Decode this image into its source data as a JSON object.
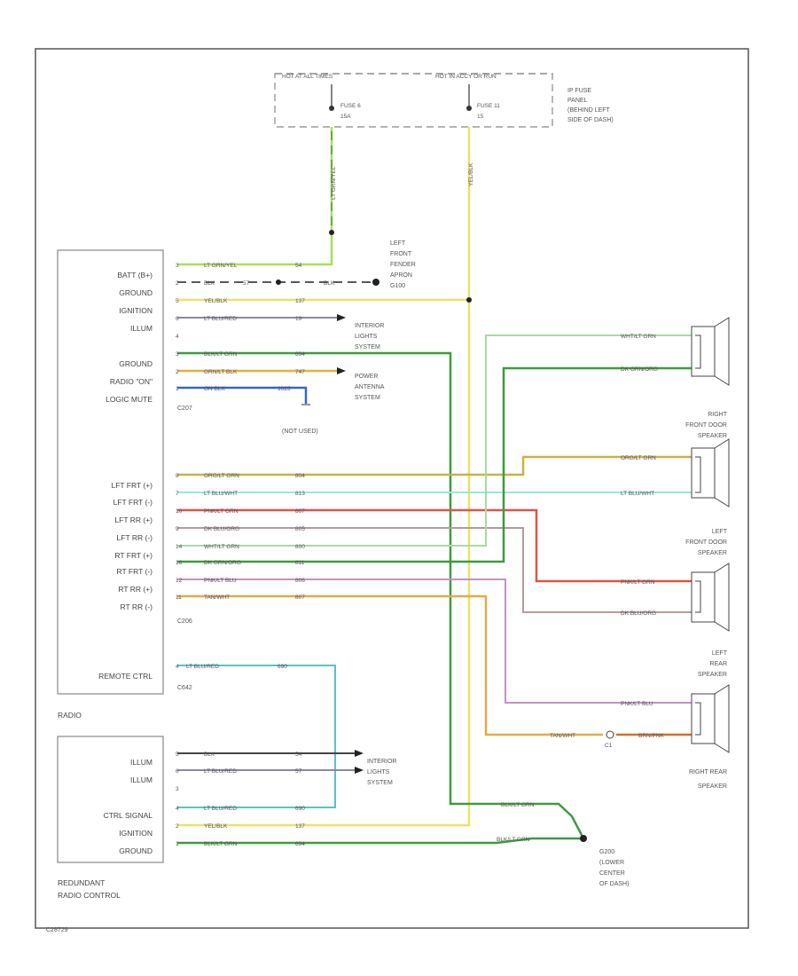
{
  "fuse_panel": {
    "hot_label_left": "HOT AT ALL TIMES",
    "hot_label_right": "HOT IN ACCY OR RUN",
    "fuse_left": [
      "FUSE 6",
      "15A"
    ],
    "fuse_right": [
      "FUSE 11",
      "15"
    ],
    "panel_label": [
      "IP FUSE",
      "PANEL",
      "(BEHIND LEFT",
      "SIDE OF DASH)"
    ]
  },
  "vertical_wires": {
    "batt": "LT GRN/YEL",
    "ign": "YEL/BLK"
  },
  "radio": {
    "labels": [
      "BATT (B+)",
      "GROUND",
      "IGNITION",
      "ILLUM",
      "GROUND",
      "RADIO \"ON\"",
      "LOGIC MUTE"
    ],
    "speaker_labels": [
      "LFT FRT (+)",
      "LFT FRT (-)",
      "LFT RR (+)",
      "LFT RR (-)",
      "RT FRT (+)",
      "RT FRT (-)",
      "RT RR (+)",
      "RT RR (-)"
    ],
    "remote": "REMOTE CTRL",
    "name": "RADIO",
    "connectors": {
      "c1": "C207",
      "c2": "C206",
      "c3": "C642"
    }
  },
  "upper_wires": [
    {
      "pin": "3",
      "color_name": "LT GRN/YEL",
      "circuit": "54"
    },
    {
      "pin": "2",
      "color_name": "BLK",
      "circuit": "57"
    },
    {
      "pin": "5",
      "color_name": "YEL/BLK",
      "circuit": "137"
    },
    {
      "pin": "6",
      "color_name": "LT BLU/RED",
      "circuit": "19"
    },
    {
      "pin": "4",
      "color_name": "",
      "circuit": ""
    },
    {
      "pin": "3",
      "color_name": "BLK/LT GRN",
      "circuit": "694"
    },
    {
      "pin": "2",
      "color_name": "GRN/LT BLK",
      "circuit": "747"
    },
    {
      "pin": "1",
      "color_name": "GN BLK",
      "circuit": "1025"
    }
  ],
  "blk_after_splice": "BLK",
  "destinations": {
    "ground_g": [
      "LEFT",
      "FRONT",
      "FENDER",
      "APRON",
      "G100"
    ],
    "interior_lights": [
      "INTERIOR",
      "LIGHTS",
      "SYSTEM"
    ],
    "power_antenna": [
      "POWER",
      "ANTENNA",
      "SYSTEM"
    ],
    "not_used": "(NOT USED)"
  },
  "speaker_wires": [
    {
      "pin": "8",
      "color_name": "ORG/LT GRN",
      "circuit": "804"
    },
    {
      "pin": "7",
      "color_name": "LT BLU/WHT",
      "circuit": "813"
    },
    {
      "pin": "10",
      "color_name": "PNK/LT GRN",
      "circuit": "807"
    },
    {
      "pin": "9",
      "color_name": "DK BLU/ORG",
      "circuit": "805"
    },
    {
      "pin": "14",
      "color_name": "WHT/LT GRN",
      "circuit": "800"
    },
    {
      "pin": "16",
      "color_name": "DK GRN/ORG",
      "circuit": "811"
    },
    {
      "pin": "12",
      "color_name": "PNK/LT BLU",
      "circuit": "806"
    },
    {
      "pin": "11",
      "color_name": "TAN/WHT",
      "circuit": "807"
    }
  ],
  "remote_wire": {
    "pin": "4",
    "color_name": "LT BLU/RED",
    "circuit": "690"
  },
  "speakers": {
    "right_front": {
      "label": [
        "RIGHT",
        "FRONT DOOR",
        "SPEAKER"
      ],
      "wires": [
        "WHT/LT GRN",
        "DK GRN/ORG"
      ]
    },
    "left_front": {
      "label": [
        "LEFT",
        "FRONT DOOR",
        "SPEAKER"
      ],
      "wires": [
        "ORG/LT GRN",
        "LT BLU/WHT"
      ]
    },
    "left_rear": {
      "label": [
        "LEFT",
        "REAR",
        "SPEAKER"
      ],
      "wires": [
        "PNK/LT GRN",
        "DK BLU/ORG"
      ]
    },
    "right_rear": {
      "label": [
        "RIGHT REAR",
        "SPEAKER"
      ],
      "wires": [
        "PNK/LT BLU",
        "TAN/WHT",
        "BRN/PNK"
      ],
      "connector": "C1"
    }
  },
  "redundant": {
    "labels": [
      "ILLUM",
      "ILLUM",
      "CTRL SIGNAL",
      "IGNITION",
      "GROUND"
    ],
    "name": [
      "REDUNDANT",
      "RADIO CONTROL"
    ],
    "wires": [
      {
        "pin": "5",
        "color_name": "BLK",
        "circuit": "54"
      },
      {
        "pin": "6",
        "color_name": "LT BLU/RED",
        "circuit": "57"
      },
      {
        "pin": "3",
        "color_name": "",
        "circuit": ""
      },
      {
        "pin": "4",
        "color_name": "LT BLU/RED",
        "circuit": "690"
      },
      {
        "pin": "2",
        "color_name": "YEL/BLK",
        "circuit": "137"
      },
      {
        "pin": "1",
        "color_name": "BLK/LT GRN",
        "circuit": "694"
      }
    ],
    "interior": [
      "INTERIOR",
      "LIGHTS",
      "SYSTEM"
    ]
  },
  "ground_wire_label": "BLK/LT GRN",
  "g_label": [
    "G200",
    "(LOWER",
    "CENTER",
    "OF DASH)"
  ],
  "diagram_id": "C28729",
  "colors": {
    "lt_grn_yel": "#a6e05a",
    "yel_blk": "#e8e36a",
    "blk": "#222222",
    "lt_blu_red": "#8a8aa0",
    "gn_blk": "#3a63c8",
    "blk_lt_grn": "#3f9b3f",
    "grn_lt_blk": "#e3b23c",
    "org_lt_grn": "#c8b24a",
    "lt_blu_wht": "#9fe3e3",
    "pnk_lt_grn": "#d9564a",
    "dk_blu_org": "#b79a9a",
    "wht_lt_grn": "#a7dba7",
    "dk_grn_org": "#3d9b3d",
    "pnk_lt_blu": "#c78fc7",
    "tan_wht": "#e5a94a",
    "brn_pnk": "#d4702a",
    "remote_teal": "#58c4c4"
  }
}
